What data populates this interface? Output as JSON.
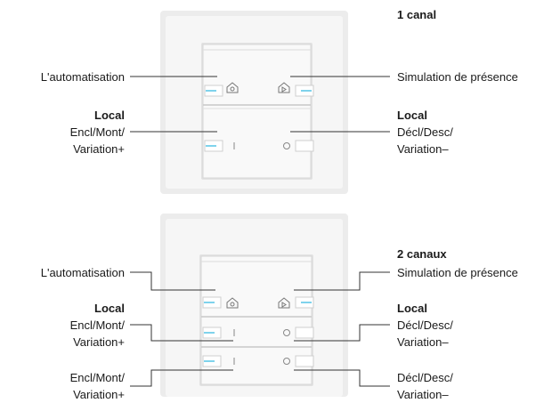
{
  "diagrams": [
    {
      "title": "1 canal",
      "left_labels": [
        {
          "lines": [
            "L'automatisation"
          ]
        },
        {
          "heading": "Local",
          "lines": [
            "Encl/Mont/",
            "Variation+"
          ]
        }
      ],
      "right_labels": [
        {
          "lines": [
            "Simulation de présence"
          ]
        },
        {
          "heading": "Local",
          "lines": [
            "Décl/Desc/",
            "Variation–"
          ]
        }
      ],
      "button_symbols": {
        "left_top": "house-gear-icon",
        "right_top": "house-play-icon",
        "left_bottom": "I",
        "right_bottom": "O"
      }
    },
    {
      "title": "2 canaux",
      "left_labels": [
        {
          "lines": [
            "L'automatisation"
          ]
        },
        {
          "heading": "Local",
          "lines": [
            "Encl/Mont/",
            "Variation+"
          ]
        },
        {
          "lines": [
            "Encl/Mont/",
            "Variation+"
          ]
        }
      ],
      "right_labels": [
        {
          "lines": [
            "Simulation de présence"
          ]
        },
        {
          "heading": "Local",
          "lines": [
            "Décl/Desc/",
            "Variation–"
          ]
        },
        {
          "lines": [
            "Décl/Desc/",
            "Variation–"
          ]
        }
      ],
      "button_symbols": {
        "left_top": "house-gear-icon",
        "right_top": "house-play-icon",
        "left_row": "I",
        "right_row": "O"
      }
    }
  ],
  "colors": {
    "led": "#7fd3ec",
    "line": "#333333",
    "plate": "#f3f3f3",
    "frame": "#e6e6e6"
  }
}
